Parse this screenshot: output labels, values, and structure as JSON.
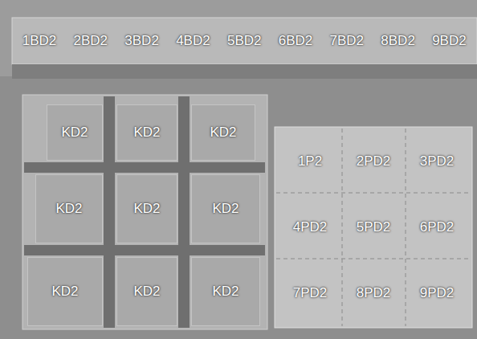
{
  "diagram": {
    "nodes": [
      {
        "text": [
          "1BD2"
        ]
      },
      {
        "text": [
          "2BD2"
        ]
      },
      {
        "text": [
          "3BD2"
        ]
      },
      {
        "text": [
          "4BD2"
        ]
      },
      {
        "text": [
          "5BD2"
        ]
      },
      {
        "text": [
          "6BD2"
        ]
      },
      {
        "text": [
          "7BD2"
        ]
      },
      {
        "text": [
          "8BD2"
        ]
      },
      {
        "text": [
          "9BD2"
        ]
      },
      {
        "text": [
          "KD2"
        ]
      },
      {
        "text": [
          "KD2"
        ]
      },
      {
        "text": [
          "KD2"
        ]
      },
      {
        "text": [
          "KD2"
        ]
      },
      {
        "text": [
          "KD2"
        ]
      },
      {
        "text": [
          "KD2"
        ]
      },
      {
        "text": [
          "KD2"
        ]
      },
      {
        "text": [
          "KD2"
        ]
      },
      {
        "text": [
          "KD2"
        ]
      },
      {
        "text": [
          "1P2"
        ]
      },
      {
        "text": [
          "2PD2"
        ]
      },
      {
        "text": [
          "3PD2"
        ]
      },
      {
        "text": [
          "4PD2"
        ]
      },
      {
        "text": [
          "5PD2"
        ]
      },
      {
        "text": [
          "6PD2"
        ]
      },
      {
        "text": [
          "7PD2"
        ]
      },
      {
        "text": [
          "8PD2"
        ]
      },
      {
        "text": [
          "9PD2"
        ]
      }
    ]
  }
}
